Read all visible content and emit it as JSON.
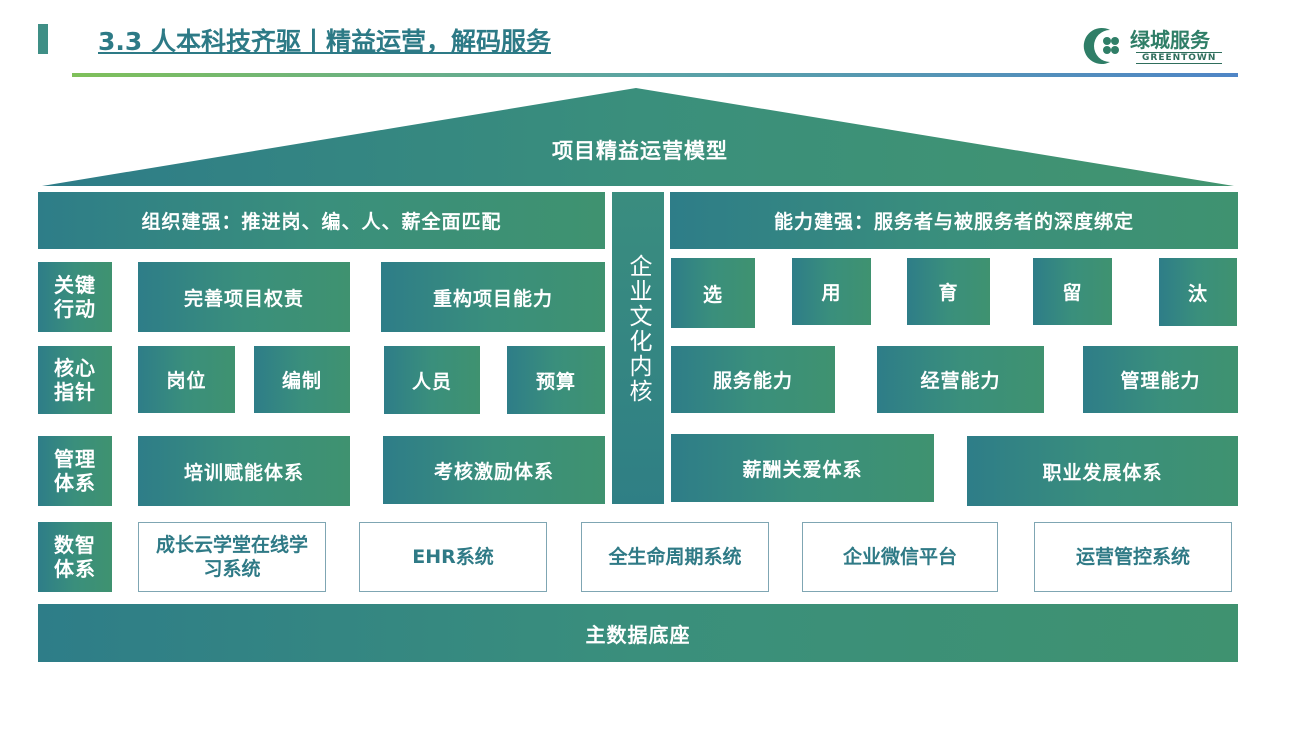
{
  "header": {
    "title": "3.3  人本科技齐驱丨精益运营，解码服务",
    "logo_text": "绿城服务",
    "logo_sub": "GREENTOWN"
  },
  "roof": {
    "label": "项目精益运营模型"
  },
  "left_banner": "组织建强：推进岗、编、人、薪全面匹配",
  "right_banner": "能力建强：服务者与被服务者的深度绑定",
  "center_pillar": "企业文化内核",
  "rows": {
    "actions": {
      "label": "关键行动",
      "left": [
        "完善项目权责",
        "重构项目能力"
      ],
      "right": [
        "选",
        "用",
        "育",
        "留",
        "汰"
      ]
    },
    "indicators": {
      "label": "核心指针",
      "left": [
        "岗位",
        "编制",
        "人员",
        "预算"
      ],
      "right": [
        "服务能力",
        "经营能力",
        "管理能力"
      ]
    },
    "management": {
      "label": "管理体系",
      "left": [
        "培训赋能体系",
        "考核激励体系"
      ],
      "right": [
        "薪酬关爱体系",
        "职业发展体系"
      ]
    },
    "digital": {
      "label": "数智体系",
      "items": [
        "成长云学堂在线学习系统",
        "EHR系统",
        "全生命周期系统",
        "企业微信平台",
        "运营管控系统"
      ]
    }
  },
  "foundation": {
    "label": "主数据底座"
  }
}
